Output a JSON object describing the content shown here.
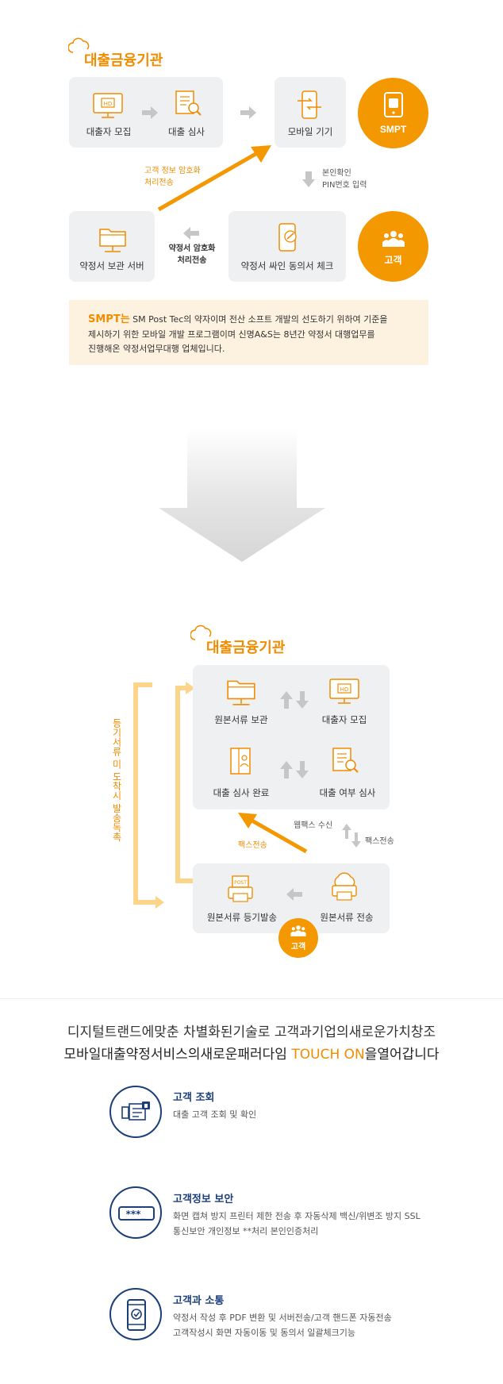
{
  "top": {
    "title": "대출금융기관",
    "steps": {
      "recruit": "대출자 모집",
      "review": "대출 심사",
      "mobile": "모바일 기기",
      "storage": "약정서 보관 서버",
      "sign": "약정서 싸인 동의서 체크"
    },
    "smpt_badge": "SMPT",
    "customer_badge": "고객",
    "encrypt_note": [
      "고객 정보 암호화",
      "처리전송"
    ],
    "pin_note": [
      "본인확인",
      "PIN번호 입력"
    ],
    "contract_note": [
      "약정서 암호화",
      "처리전송"
    ],
    "info": {
      "highlight": "SMPT는",
      "line1": " SM Post Tec의 약자이며 전산 소프트 개발의 선도하기 위하여 기준을",
      "line2": "제시하기 위한 모바일 개발 프로그램이며 신명A&S는 8년간 약정서 대행업무를",
      "line3": "진행해온 약정서업무대행 업체입니다."
    }
  },
  "bottom": {
    "title": "대출금융기관",
    "steps": {
      "original_storage": "원본서류 보관",
      "recruit": "대출자 모집",
      "review_done": "대출 심사 완료",
      "review_whether": "대출 여부 심사",
      "registered_mail": "원본서류 등기발송",
      "original_send": "원본서류 전송"
    },
    "vertical_note": "등기서류 미 도착시 발송독촉",
    "webfax_receive": "웹팩스 수신",
    "fax_send_right": "팩스전송",
    "fax_send_left": "팩스전송",
    "customer_badge": "고객"
  },
  "slogan": {
    "line1": "디지털트랜드에맞춘 차별화된기술로 고객과기업의새로운가치창조",
    "line2_prefix": "모바일대출약정서비스의새로운패러다임 ",
    "line2_highlight": "TOUCH ON",
    "line2_suffix": "을열어갑니다"
  },
  "features": [
    {
      "icon": "document-search-icon",
      "title": "고객 조회",
      "desc": [
        "대출 고객 조회 및 확인"
      ]
    },
    {
      "icon": "password-icon",
      "title": "고객정보 보안",
      "desc": [
        "화면 캡쳐 방지 프린터 제한 전송 후 자동삭제 백신/위변조 방지 SSL",
        "통신보안 개인정보 **처리 본인인증처리"
      ]
    },
    {
      "icon": "mobile-check-icon",
      "title": "고객과 소통",
      "desc": [
        "약정서 작성 후 PDF 변환 및 서버전송/고객 핸드폰 자동전송",
        "고객작성시 화면 자동이동 및 동의서 일괄체크기능"
      ]
    }
  ],
  "colors": {
    "accent": "#f39800",
    "navy": "#1b3f7a",
    "box": "#eef0f2",
    "note_bg": "#fdf1df"
  }
}
